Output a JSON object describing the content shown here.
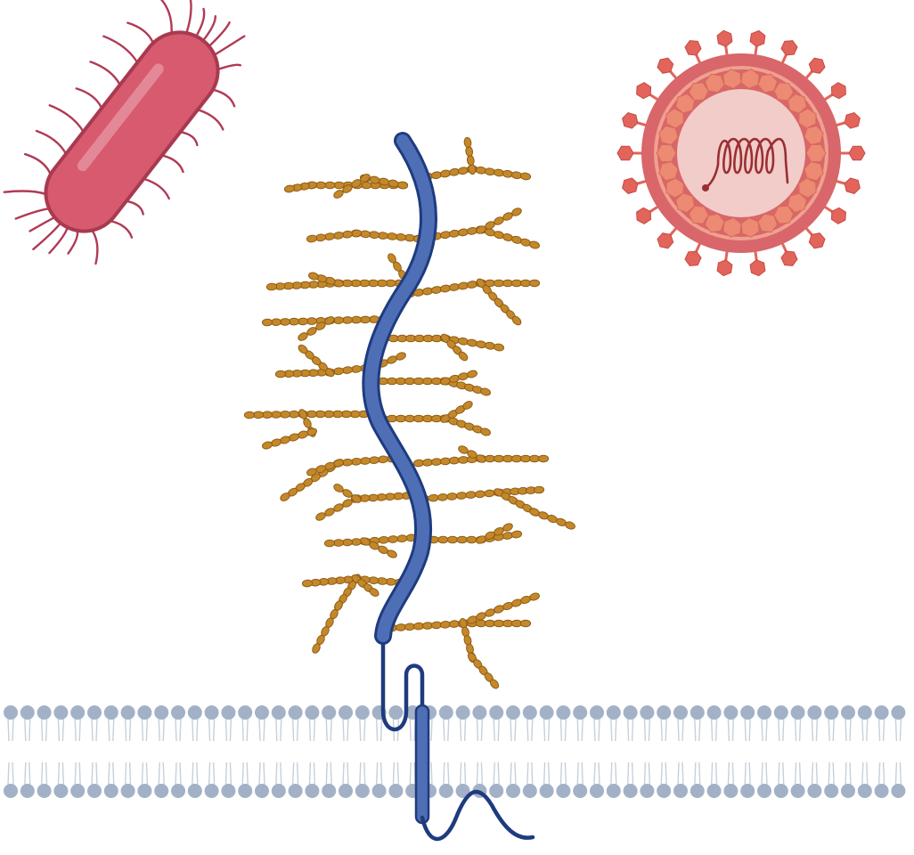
{
  "figure": {
    "elements": [
      {
        "name": "bacterium",
        "icon": "rod-bacterium-icon",
        "color": "#d85a6e"
      },
      {
        "name": "virus",
        "icon": "enveloped-virus-icon",
        "color": "#e07060"
      },
      {
        "name": "mucin-glycoprotein",
        "icon": "glycoprotein-icon",
        "color": "#4e6fb5"
      },
      {
        "name": "glycan-chains",
        "icon": "glycan-icon",
        "color": "#c4882a"
      },
      {
        "name": "cell-membrane",
        "icon": "lipid-bilayer-icon",
        "color": "#a3b1c6"
      }
    ]
  },
  "colors": {
    "bacteria_fill": "#d85a6e",
    "bacteria_stroke": "#a83a50",
    "pili": "#b03a55",
    "virus_outer": "#d8666a",
    "virus_inner": "#f2ccc8",
    "virus_spike": "#e2645a",
    "rna": "#9a2f33",
    "protein_core": "#4e6fb5",
    "protein_dark": "#1f3b7f",
    "glycan_bead": "#c4882a",
    "glycan_edge": "#8f5e16",
    "lipid_head": "#a3b1c6",
    "lipid_tail": "#c6d0dd"
  }
}
